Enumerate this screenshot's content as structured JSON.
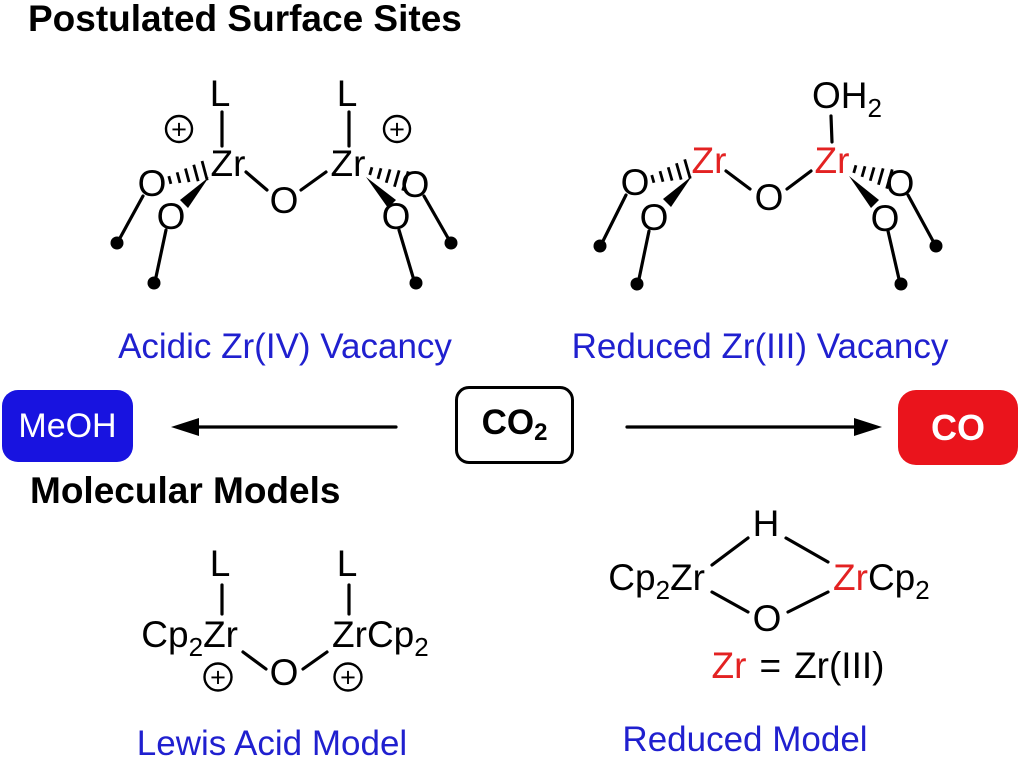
{
  "title": "Postulated Surface Sites",
  "sections": {
    "surface_sites": {
      "acidic": {
        "caption": "Acidic Zr(IV) Vacancy",
        "ligand": "L",
        "metal": "Zr",
        "oxygen": "O",
        "charge": "+"
      },
      "reduced": {
        "caption": "Reduced Zr(III) Vacancy",
        "aqua_main": "OH",
        "aqua_sub": "2",
        "metal": "Zr",
        "oxygen": "O"
      }
    },
    "reaction": {
      "reactant_main": "CO",
      "reactant_sub": "2",
      "product_left": "MeOH",
      "product_right": "CO"
    },
    "models_heading": "Molecular Models",
    "models": {
      "lewis": {
        "caption": "Lewis Acid Model",
        "ligand": "L",
        "cp": "Cp",
        "cp_sub": "2",
        "metal": "Zr",
        "oxygen": "O",
        "charge": "+"
      },
      "reduced": {
        "caption": "Reduced Model",
        "cp": "Cp",
        "cp_sub": "2",
        "metal": "Zr",
        "hydride": "H",
        "oxygen": "O",
        "legend_red": "Zr",
        "legend_eq": "=",
        "legend_rest": "Zr(III)"
      }
    }
  },
  "colors": {
    "caption_blue": "#2020cf",
    "box_blue": "#1813e0",
    "box_red": "#ea141c",
    "atom_red": "#e32222",
    "black": "#000000"
  }
}
